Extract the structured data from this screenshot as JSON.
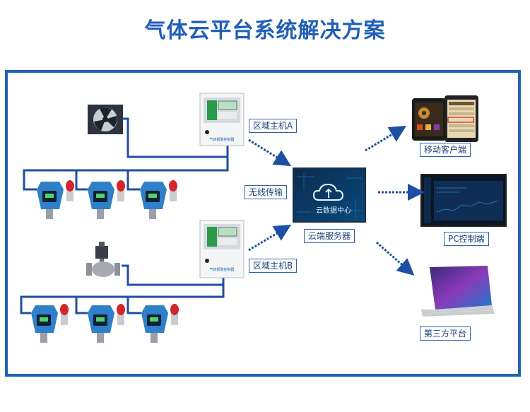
{
  "title": "气体云平台系统解决方案",
  "labels": {
    "host_a": "区域主机A",
    "host_b": "区域主机B",
    "wireless": "无线传输",
    "cloud_server": "云端服务器",
    "cloud_screen": "云数据中心",
    "mobile": "移动客户端",
    "pc": "PC控制端",
    "third_party": "第三方平台"
  },
  "colors": {
    "accent": "#1f63b5",
    "wire": "#1f4fa0",
    "detector": "#2f7fc9",
    "alarm_lamp": "#d3252b"
  },
  "icons": [
    "fan-icon",
    "valve-icon",
    "cloud-icon",
    "phone-icon",
    "monitor-icon",
    "laptop-icon"
  ]
}
